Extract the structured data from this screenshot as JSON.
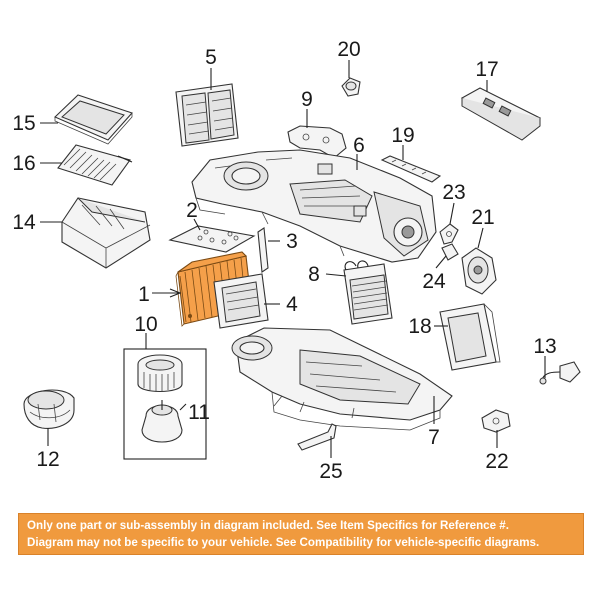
{
  "callouts": [
    {
      "id": "c1",
      "label": "1"
    },
    {
      "id": "c2",
      "label": "2"
    },
    {
      "id": "c3",
      "label": "3"
    },
    {
      "id": "c4",
      "label": "4"
    },
    {
      "id": "c5",
      "label": "5"
    },
    {
      "id": "c6",
      "label": "6"
    },
    {
      "id": "c7",
      "label": "7"
    },
    {
      "id": "c8",
      "label": "8"
    },
    {
      "id": "c9",
      "label": "9"
    },
    {
      "id": "c10",
      "label": "10"
    },
    {
      "id": "c11",
      "label": "11"
    },
    {
      "id": "c12",
      "label": "12"
    },
    {
      "id": "c13",
      "label": "13"
    },
    {
      "id": "c14",
      "label": "14"
    },
    {
      "id": "c15",
      "label": "15"
    },
    {
      "id": "c16",
      "label": "16"
    },
    {
      "id": "c17",
      "label": "17"
    },
    {
      "id": "c18",
      "label": "18"
    },
    {
      "id": "c19",
      "label": "19"
    },
    {
      "id": "c20",
      "label": "20"
    },
    {
      "id": "c21",
      "label": "21"
    },
    {
      "id": "c22",
      "label": "22"
    },
    {
      "id": "c23",
      "label": "23"
    },
    {
      "id": "c24",
      "label": "24"
    },
    {
      "id": "c25",
      "label": "25"
    }
  ],
  "highlight_color": "#f5a04a",
  "notice": {
    "line1": "Only one part or sub-assembly in diagram included. See Item Specifics for Reference #.",
    "line2": "Diagram may not be specific to your vehicle. See Compatibility for vehicle-specific diagrams.",
    "background": "#f09a3e",
    "text_color": "#ffffff"
  }
}
